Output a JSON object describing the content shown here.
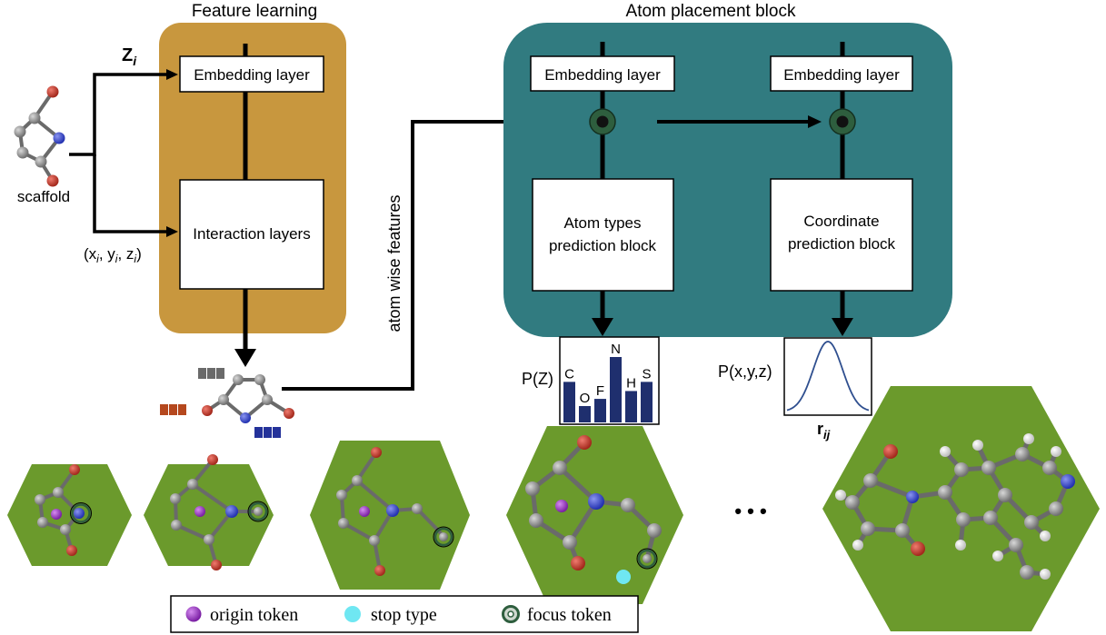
{
  "feature_learning": {
    "title": "Feature learning",
    "embedding_label": "Embedding layer",
    "interaction_label": "Interaction layers",
    "color": "#C8973E"
  },
  "atom_placement": {
    "title": "Atom placement block",
    "color": "#317B80",
    "left_embedding_label": "Embedding layer",
    "right_embedding_label": "Embedding layer",
    "atom_types_line1": "Atom types",
    "atom_types_line2": "prediction block",
    "coordinate_line1": "Coordinate",
    "coordinate_line2": "prediction block"
  },
  "inputs": {
    "z_label": "Z",
    "z_sub": "i",
    "scaffold_label": "scaffold",
    "coords_parts": [
      "(x",
      "i",
      ", y",
      "i",
      ", z",
      "i",
      ")"
    ]
  },
  "side_label": "atom wise features",
  "type_chart": {
    "label": "P(Z)",
    "categories": [
      "C",
      "O",
      "F",
      "N",
      "H",
      "S"
    ],
    "values": [
      0.62,
      0.25,
      0.36,
      1.0,
      0.48,
      0.62
    ],
    "bar_color": "#1F2F6E"
  },
  "coord_chart": {
    "label": "P(x,y,z)",
    "xlabel_main": "r",
    "xlabel_sub": "ij",
    "curve_color": "#2F4F8F"
  },
  "ellipsis": "• • •",
  "legend": {
    "items": [
      {
        "label": "origin token",
        "icon": "purple-sphere-icon",
        "color": "#9B3FC0"
      },
      {
        "label": "stop type",
        "icon": "cyan-dot-icon",
        "color": "#6FE7F2"
      },
      {
        "label": "focus token",
        "icon": "focus-ring-icon",
        "color": "#2E5E3E"
      }
    ]
  },
  "colors": {
    "hexagon": "#6B9A2C",
    "atom_carbon": "#8A8A8A",
    "atom_oxygen": "#C0392B",
    "atom_nitrogen": "#3344CC",
    "atom_hydrogen": "#F0F0F0"
  }
}
